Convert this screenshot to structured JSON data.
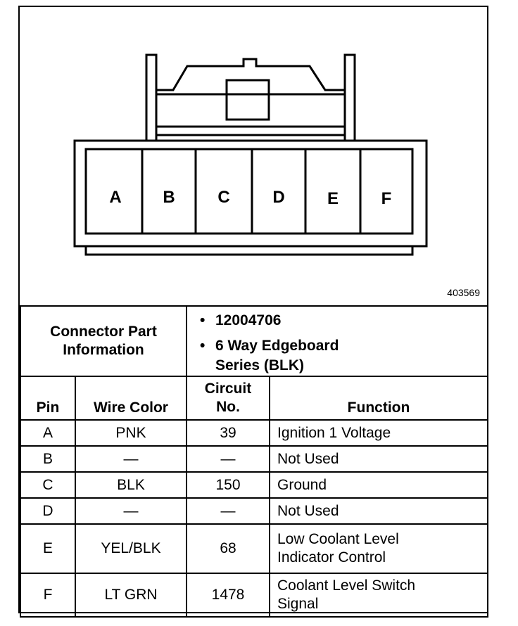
{
  "figure_id": "403569",
  "connector": {
    "pins": [
      "A",
      "B",
      "C",
      "D",
      "E",
      "F"
    ]
  },
  "part_info": {
    "heading_line1": "Connector Part",
    "heading_line2": "Information",
    "bullets": [
      "12004706",
      "6 Way Edgeboard",
      "Series (BLK)"
    ],
    "bullet_glyph": "•"
  },
  "table": {
    "headers": {
      "pin": "Pin",
      "wire_color": "Wire Color",
      "circuit_line1": "Circuit",
      "circuit_line2": "No.",
      "function": "Function"
    },
    "rows": [
      {
        "pin": "A",
        "wire": "PNK",
        "circuit": "39",
        "func1": "Ignition 1 Voltage",
        "func2": ""
      },
      {
        "pin": "B",
        "wire": "—",
        "circuit": "—",
        "func1": "Not Used",
        "func2": ""
      },
      {
        "pin": "C",
        "wire": "BLK",
        "circuit": "150",
        "func1": "Ground",
        "func2": ""
      },
      {
        "pin": "D",
        "wire": "—",
        "circuit": "—",
        "func1": "Not Used",
        "func2": ""
      },
      {
        "pin": "E",
        "wire": "YEL/BLK",
        "circuit": "68",
        "func1": "Low Coolant Level",
        "func2": "Indicator Control"
      },
      {
        "pin": "F",
        "wire": "LT GRN",
        "circuit": "1478",
        "func1": "Coolant Level Switch",
        "func2": "Signal"
      }
    ]
  }
}
